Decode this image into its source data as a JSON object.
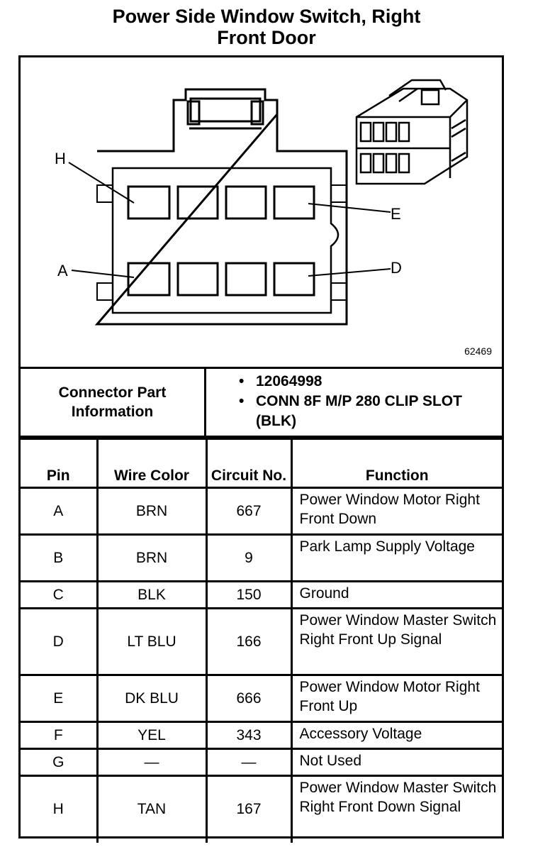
{
  "title": {
    "line1": "Power Side Window Switch, Right",
    "line2": "Front Door"
  },
  "diagram": {
    "labels": {
      "h": "H",
      "e": "E",
      "a": "A",
      "d": "D"
    },
    "figure_number": "62469"
  },
  "connector_info": {
    "label": "Connector Part Information",
    "items": [
      "12064998",
      "CONN 8F M/P 280 CLIP SLOT (BLK)"
    ]
  },
  "table": {
    "headers": {
      "pin": "Pin",
      "wire_color": "Wire Color",
      "circuit_no": "Circuit No.",
      "function": "Function"
    },
    "rows": [
      {
        "pin": "A",
        "wire": "BRN",
        "circuit": "667",
        "function": "Power Window Motor Right Front Down"
      },
      {
        "pin": "B",
        "wire": "BRN",
        "circuit": "9",
        "function": "Park Lamp Supply Voltage"
      },
      {
        "pin": "C",
        "wire": "BLK",
        "circuit": "150",
        "function": "Ground"
      },
      {
        "pin": "D",
        "wire": "LT BLU",
        "circuit": "166",
        "function": "Power Window Master Switch Right Front Up Signal"
      },
      {
        "pin": "E",
        "wire": "DK BLU",
        "circuit": "666",
        "function": "Power Window Motor Right Front Up"
      },
      {
        "pin": "F",
        "wire": "YEL",
        "circuit": "343",
        "function": "Accessory Voltage"
      },
      {
        "pin": "G",
        "wire": "—",
        "circuit": "—",
        "function": "Not Used"
      },
      {
        "pin": "H",
        "wire": "TAN",
        "circuit": "167",
        "function": "Power Window Master Switch Right Front Down Signal"
      }
    ]
  }
}
